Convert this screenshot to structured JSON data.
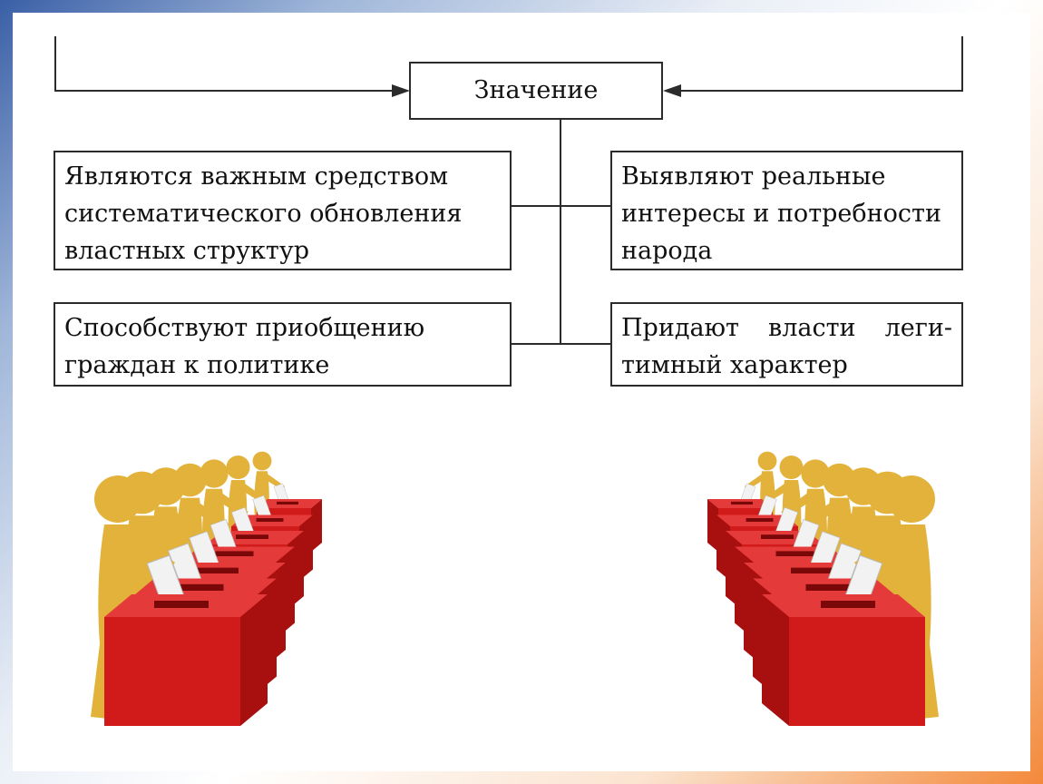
{
  "diagram": {
    "title": "Значение",
    "boxes": {
      "top_left": [
        "Являются важным средством",
        "систематического обновления",
        "властных структур"
      ],
      "top_right": [
        "Выявляют реальные",
        "интересы и потребности",
        "народа"
      ],
      "bottom_left": [
        "Способствуют приобщению",
        "граждан к политике"
      ],
      "bottom_right": [
        "Придают власти леги-",
        "тимный характер"
      ]
    }
  },
  "colors": {
    "ballot_box": "#d11a1a",
    "figure_gold": "#e2b23a",
    "line": "#2b2b2b"
  },
  "illustrations": {
    "left": "voters-left-illustration",
    "right": "voters-right-illustration"
  }
}
